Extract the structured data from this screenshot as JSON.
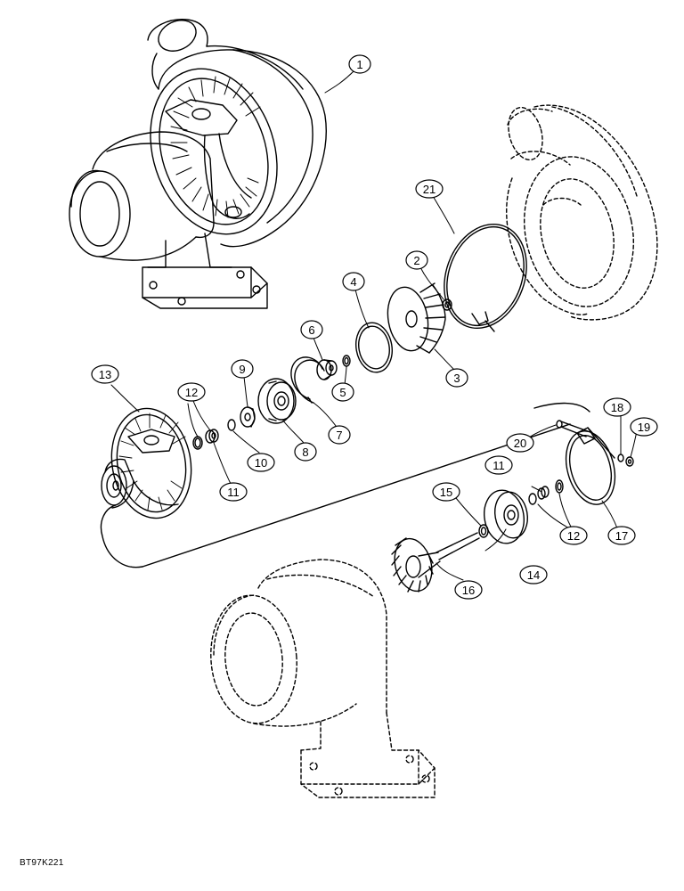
{
  "figure_code": "BT97K221",
  "callouts": [
    {
      "id": "c1",
      "label": "1"
    },
    {
      "id": "c2",
      "label": "2"
    },
    {
      "id": "c3",
      "label": "3"
    },
    {
      "id": "c4",
      "label": "4"
    },
    {
      "id": "c5",
      "label": "5"
    },
    {
      "id": "c6",
      "label": "6"
    },
    {
      "id": "c7",
      "label": "7"
    },
    {
      "id": "c8",
      "label": "8"
    },
    {
      "id": "c9",
      "label": "9"
    },
    {
      "id": "c10",
      "label": "10"
    },
    {
      "id": "c11a",
      "label": "11"
    },
    {
      "id": "c11b",
      "label": "11"
    },
    {
      "id": "c12a",
      "label": "12"
    },
    {
      "id": "c12b",
      "label": "12"
    },
    {
      "id": "c13",
      "label": "13"
    },
    {
      "id": "c14",
      "label": "14"
    },
    {
      "id": "c15",
      "label": "15"
    },
    {
      "id": "c16",
      "label": "16"
    },
    {
      "id": "c17",
      "label": "17"
    },
    {
      "id": "c18",
      "label": "18"
    },
    {
      "id": "c19",
      "label": "19"
    },
    {
      "id": "c20",
      "label": "20"
    },
    {
      "id": "c21",
      "label": "21"
    }
  ]
}
